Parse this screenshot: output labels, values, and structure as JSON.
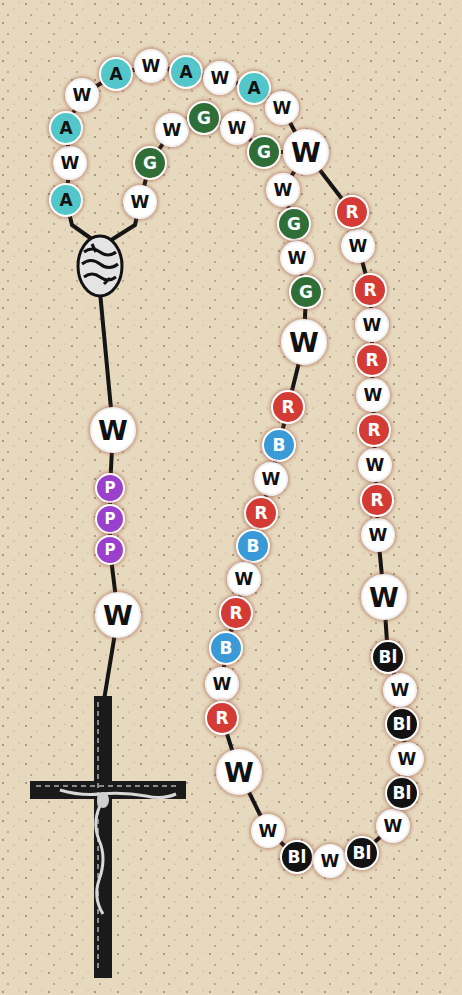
{
  "diagram": {
    "nodes": [
      {
        "text": [
          "A"
        ]
      },
      {
        "text": [
          "W"
        ]
      },
      {
        "text": [
          "A"
        ]
      },
      {
        "text": [
          "W"
        ]
      },
      {
        "text": [
          "A"
        ]
      },
      {
        "text": [
          "W"
        ]
      },
      {
        "text": [
          "A"
        ]
      },
      {
        "text": [
          "W"
        ]
      },
      {
        "text": [
          "A"
        ]
      },
      {
        "text": [
          "W"
        ]
      },
      {
        "text": [
          "W"
        ]
      },
      {
        "text": [
          "G"
        ]
      },
      {
        "text": [
          "W"
        ]
      },
      {
        "text": [
          "G"
        ]
      },
      {
        "text": [
          "W"
        ]
      },
      {
        "text": [
          "G"
        ]
      },
      {
        "text": [
          "W"
        ]
      },
      {
        "text": [
          "W"
        ]
      },
      {
        "text": [
          "G"
        ]
      },
      {
        "text": [
          "W"
        ]
      },
      {
        "text": [
          "G"
        ]
      },
      {
        "text": [
          "W"
        ]
      },
      {
        "text": [
          "R"
        ]
      },
      {
        "text": [
          "B"
        ]
      },
      {
        "text": [
          "W"
        ]
      },
      {
        "text": [
          "R"
        ]
      },
      {
        "text": [
          "B"
        ]
      },
      {
        "text": [
          "W"
        ]
      },
      {
        "text": [
          "R"
        ]
      },
      {
        "text": [
          "B"
        ]
      },
      {
        "text": [
          "W"
        ]
      },
      {
        "text": [
          "R"
        ]
      },
      {
        "text": [
          "W"
        ]
      },
      {
        "text": [
          "W"
        ]
      },
      {
        "text": [
          "Bl"
        ]
      },
      {
        "text": [
          "W"
        ]
      },
      {
        "text": [
          "Bl"
        ]
      },
      {
        "text": [
          "W"
        ]
      },
      {
        "text": [
          "Bl"
        ]
      },
      {
        "text": [
          "W"
        ]
      },
      {
        "text": [
          "Bl"
        ]
      },
      {
        "text": [
          "W"
        ]
      },
      {
        "text": [
          "Bl"
        ]
      },
      {
        "text": [
          "W"
        ]
      },
      {
        "text": [
          "W"
        ]
      },
      {
        "text": [
          "R"
        ]
      },
      {
        "text": [
          "W"
        ]
      },
      {
        "text": [
          "R"
        ]
      },
      {
        "text": [
          "W"
        ]
      },
      {
        "text": [
          "R"
        ]
      },
      {
        "text": [
          "W"
        ]
      },
      {
        "text": [
          "R"
        ]
      },
      {
        "text": [
          "W"
        ]
      },
      {
        "text": [
          "R"
        ]
      },
      {
        "text": [
          "W"
        ]
      },
      {
        "text": [
          "P"
        ]
      },
      {
        "text": [
          "P"
        ]
      },
      {
        "text": [
          "P"
        ]
      },
      {
        "text": [
          "W"
        ]
      }
    ]
  }
}
